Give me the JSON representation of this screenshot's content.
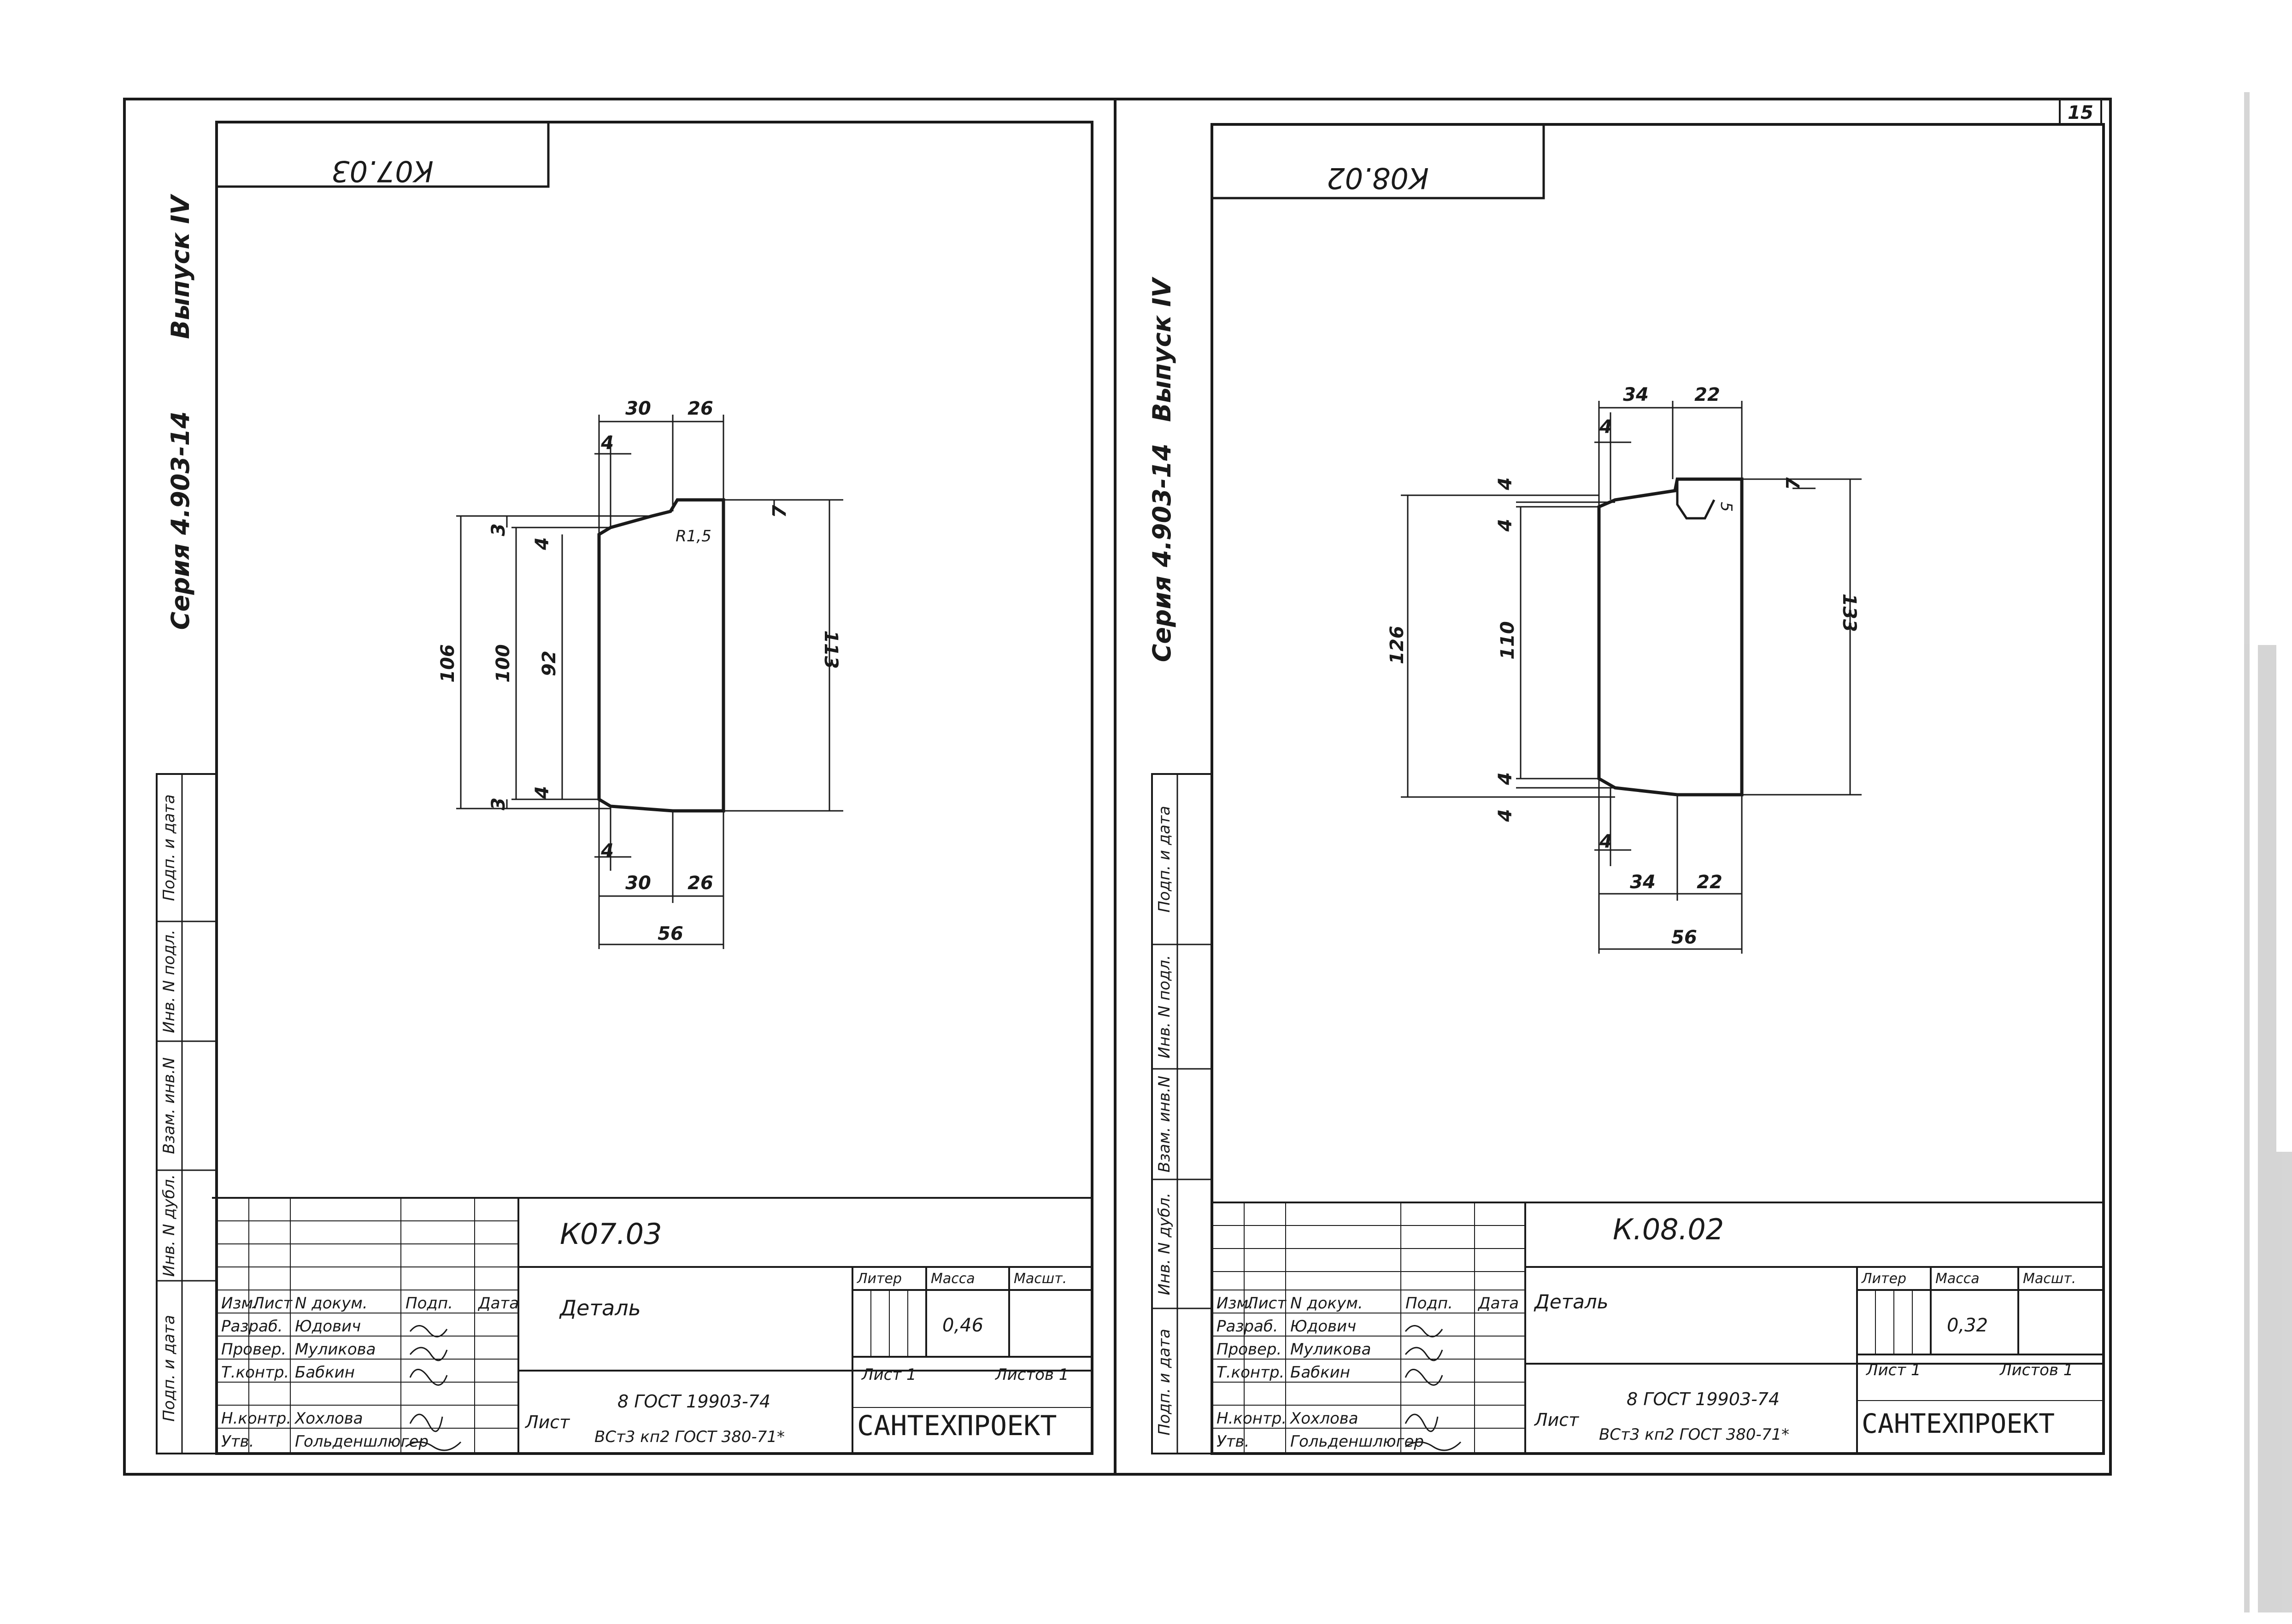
{
  "page_number": "15",
  "left_sheet": {
    "corner_stamp": "К07.03",
    "series": "Серия 4.903-14",
    "issue": "Выпуск IV",
    "side_cells": [
      "Подп. и дата",
      "Инв. N подл.",
      "Взам. инв.N",
      "Инв. N дубл.",
      "Подп. и дата"
    ],
    "dimensions": {
      "top_left": "30",
      "top_right": "26",
      "small_top": "4",
      "flange_gap": "7",
      "radius": "R1,5",
      "h_outer": "106",
      "h_mid": "100",
      "h_inner": "92",
      "h_total": "113",
      "step_top": "3",
      "step_top2": "4",
      "step_bot": "3",
      "step_bot2": "4",
      "small_bot": "4",
      "bot_left": "30",
      "bot_right": "26",
      "overall_width": "56"
    },
    "title_block": {
      "designation": "К07.03",
      "name": "Деталь",
      "col_liter": "Литер",
      "col_mass": "Масса",
      "col_scale": "Масшт.",
      "mass": "0,46",
      "sheet": "Лист 1",
      "sheets": "Листов 1",
      "sheet_label": "Лист",
      "material_top": "8  ГОСТ 19903-74",
      "material_bottom": "ВСт3 кп2 ГОСТ 380-71*",
      "org": "САНТЕХПРОЕКТ",
      "header_row": [
        "Изм.",
        "Лист",
        "N докум.",
        "Подп.",
        "Дата"
      ],
      "rows": [
        {
          "role": "Разраб.",
          "name": "Юдович"
        },
        {
          "role": "Провер.",
          "name": "Муликова"
        },
        {
          "role": "Т.контр.",
          "name": "Бабкин"
        },
        {
          "role": "Н.контр.",
          "name": "Хохлова"
        },
        {
          "role": "Утв.",
          "name": "Гольденшлюгер"
        }
      ]
    }
  },
  "right_sheet": {
    "corner_stamp": "К08.02",
    "series": "Серия 4.903-14",
    "issue": "Выпуск IV",
    "side_cells": [
      "Подп. и дата",
      "Инв. N подл.",
      "Взам. инв.N",
      "Инв. N дубл.",
      "Подп. и дата"
    ],
    "dimensions": {
      "top_left": "34",
      "top_right": "22",
      "small_top": "4",
      "flange_gap": "7",
      "step_top": "4",
      "step_top2": "4",
      "h_outer": "126",
      "h_inner": "110",
      "h_total": "133",
      "step_bot": "4",
      "step_bot2": "4",
      "small_bot": "4",
      "bot_left": "34",
      "bot_right": "22",
      "overall_width": "56",
      "radius_small": "5"
    },
    "title_block": {
      "designation": "К.08.02",
      "name": "Деталь",
      "col_liter": "Литер",
      "col_mass": "Масса",
      "col_scale": "Масшт.",
      "mass": "0,32",
      "sheet": "Лист 1",
      "sheets": "Листов 1",
      "sheet_label": "Лист",
      "material_top": "8  ГОСТ 19903-74",
      "material_bottom": "ВСт3 кп2 ГОСТ 380-71*",
      "org": "САНТЕХПРОЕКТ",
      "header_row": [
        "Изм.",
        "Лист",
        "N докум.",
        "Подп.",
        "Дата"
      ],
      "rows": [
        {
          "role": "Разраб.",
          "name": "Юдович"
        },
        {
          "role": "Провер.",
          "name": "Муликова"
        },
        {
          "role": "Т.контр.",
          "name": "Бабкин"
        },
        {
          "role": "Н.контр.",
          "name": "Хохлова"
        },
        {
          "role": "Утв.",
          "name": "Гольденшлюгер"
        }
      ]
    }
  }
}
